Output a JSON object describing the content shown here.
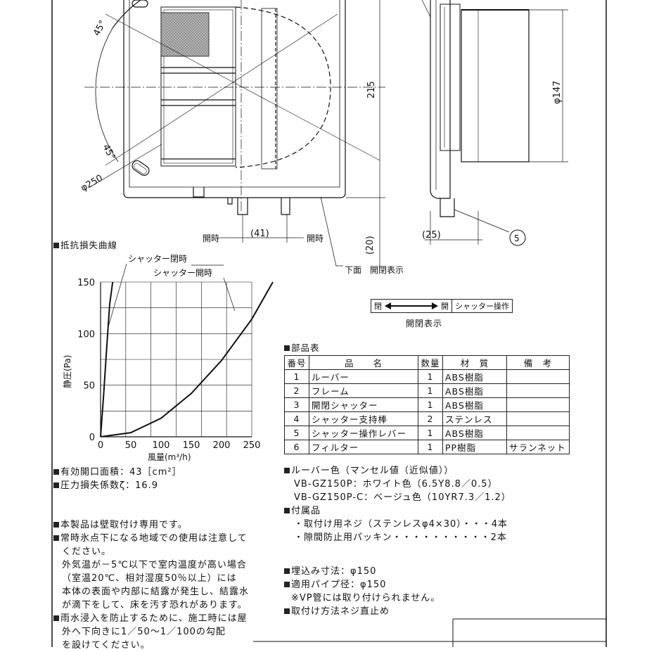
{
  "drawing": {
    "dim_left": "45°",
    "dim_left2": "45°",
    "dim_phi250": "φ250",
    "dim_215": "215",
    "dim_phi147": "φ147",
    "dim_41": "(41)",
    "dim_20": "(20)",
    "dim_25": "(25)",
    "balloon_5": "5",
    "open_label_left": "開時",
    "open_label_right": "開時",
    "bottom_note": "下面　開閉表示",
    "indicator": {
      "close": "閉",
      "open": "開",
      "label": "シャッター操作"
    },
    "indicator_caption": "開閉表示"
  },
  "curve_section": {
    "title": "抵抗損失曲線",
    "label_a": "シャッター閉時",
    "label_b": "シャッター開時"
  },
  "chart_data": {
    "type": "line",
    "title": "",
    "xlabel": "風量(m³/h)",
    "ylabel": "静圧(Pa)",
    "xlim": [
      0,
      250
    ],
    "ylim": [
      0,
      150
    ],
    "x_ticks": [
      "0",
      "50",
      "100",
      "150",
      "200",
      "250"
    ],
    "y_ticks": [
      "0",
      "50",
      "100",
      "150"
    ],
    "grid": true,
    "series": [
      {
        "name": "シャッター閉時",
        "x": [
          0,
          5,
          10,
          15,
          20
        ],
        "y": [
          0,
          40,
          85,
          128,
          150
        ]
      },
      {
        "name": "シャッター開時",
        "x": [
          0,
          50,
          100,
          150,
          200,
          250,
          285
        ],
        "y": [
          0,
          4,
          18,
          42,
          74,
          114,
          150
        ]
      }
    ]
  },
  "specs": {
    "effective_area": "有効開口面積：43［cm²］",
    "loss_coef": "圧力損失係数ζ：16.9"
  },
  "notes": {
    "wall_only": "本製品は壁取付け専用です。",
    "freeze_1": "常時氷点下になる地域での使用は注意して",
    "freeze_2": "ください。",
    "freeze_3": "外気温が－5℃以下で室内温度が高い場合",
    "freeze_4": "（室温20℃、相対湿度50％以上）には",
    "freeze_5": "本体の表面や内部に結露が発生し、結露水",
    "freeze_6": "が滴下をして、床を汚す恐れがあります。",
    "rain_1": "雨水浸入を防止するために、施工時には屋",
    "rain_2": "外へ下向きに1／50～1／100の勾配",
    "rain_3": "を設けてください。"
  },
  "parts": {
    "title": "部品表",
    "headers": [
      "番号",
      "品　　名",
      "数量",
      "材　質",
      "備　考"
    ],
    "rows": [
      [
        "1",
        "ルーバー",
        "1",
        "ABS樹脂",
        ""
      ],
      [
        "2",
        "フレーム",
        "1",
        "ABS樹脂",
        ""
      ],
      [
        "3",
        "開閉シャッター",
        "1",
        "ABS樹脂",
        ""
      ],
      [
        "4",
        "シャッター支持棒",
        "2",
        "ステンレス",
        ""
      ],
      [
        "5",
        "シャッター操作レバー",
        "1",
        "ABS樹脂",
        ""
      ],
      [
        "6",
        "フィルター",
        "1",
        "PP樹脂",
        "サランネット"
      ]
    ]
  },
  "louver": {
    "title": "ルーバー色（マンセル値（近似値））",
    "line1": "VB-GZ150P：ホワイト色（6.5Y8.8／0.5）",
    "line2": "VB-GZ150P-C：ベージュ色（10YR7.3／1.2）"
  },
  "accessories": {
    "title": "付属品",
    "line1": "・取付け用ネジ（ステンレスφ4×30）・・・4本",
    "line2": "・隙間防止用パッキン・・・・・・・・・・2本"
  },
  "install": {
    "embed": "埋込み寸法：φ150",
    "pipe": "適用パイプ径：φ150",
    "vp": "※VP管には取り付けられません。",
    "screw": "取付け方法ネジ直止め"
  }
}
